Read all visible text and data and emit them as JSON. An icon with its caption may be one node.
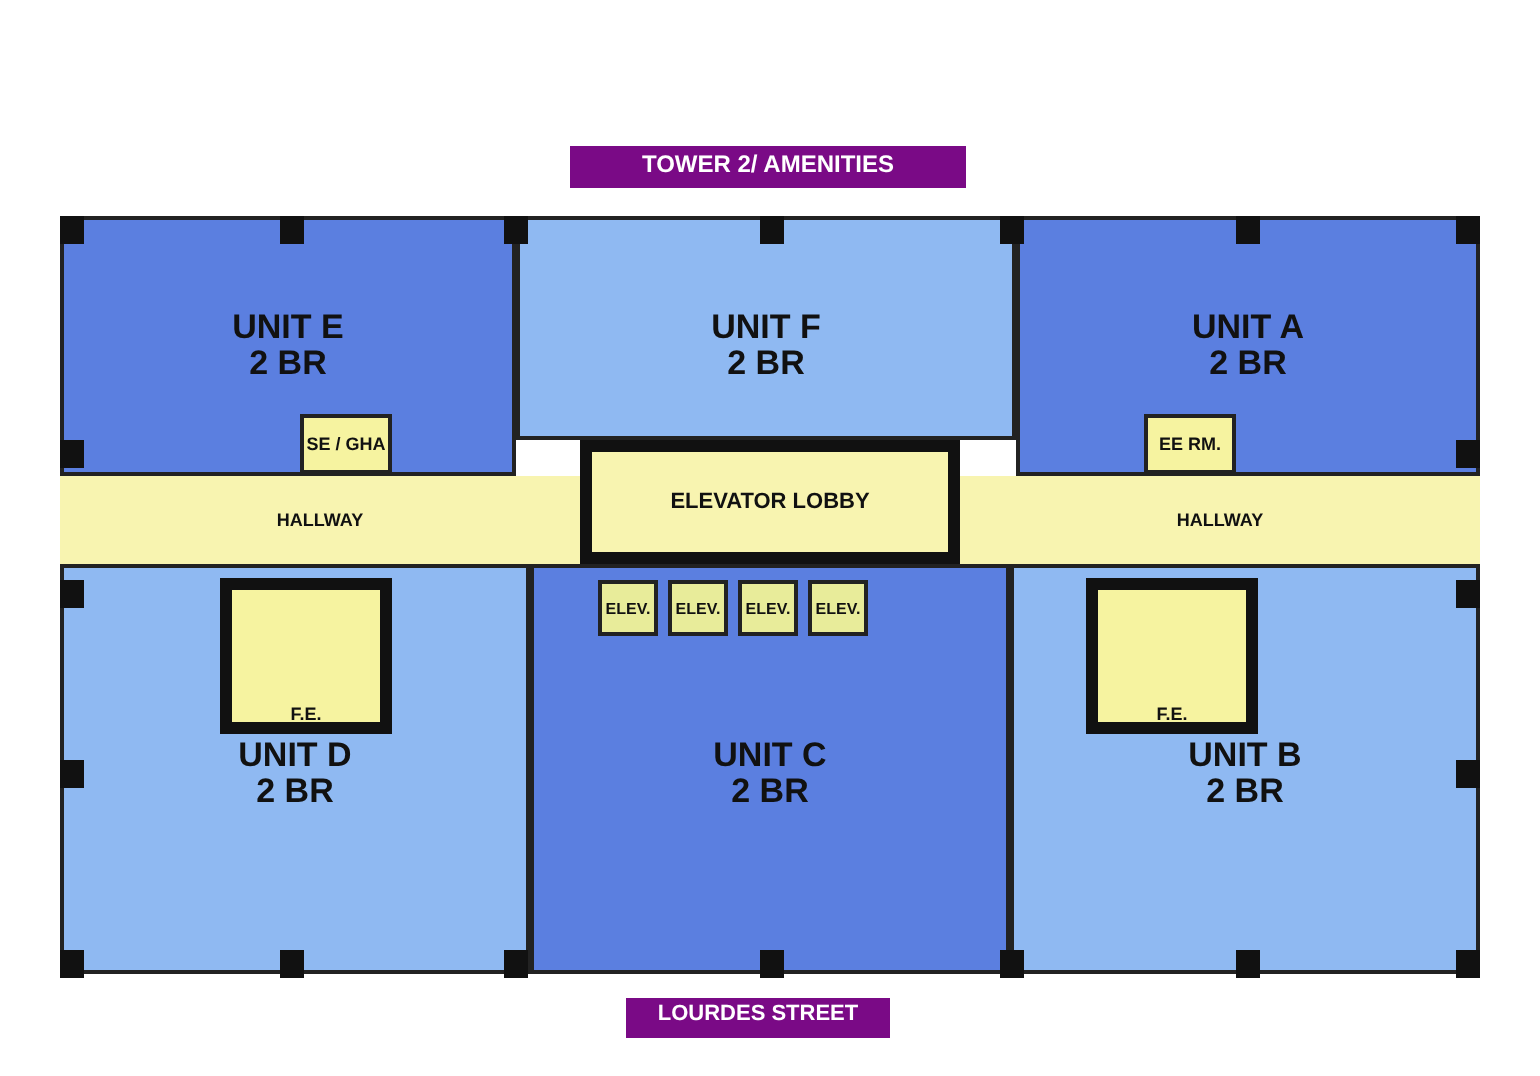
{
  "diagram": {
    "nodes": [
      {
        "text": [
          "TOWER 2/ AMENITIES"
        ]
      },
      {
        "text": [
          "UNIT E",
          "2 BR"
        ]
      },
      {
        "text": [
          "UNIT F",
          "2 BR"
        ]
      },
      {
        "text": [
          "UNIT A",
          "2 BR"
        ]
      },
      {
        "text": [
          "SE / GHA"
        ],
        "in": 1
      },
      {
        "text": [
          "EE RM."
        ],
        "in": 3
      },
      {
        "text": [
          "HALLWAY"
        ]
      },
      {
        "text": [
          "ELEVATOR LOBBY"
        ]
      },
      {
        "text": [
          "HALLWAY"
        ]
      },
      {
        "text": [
          "UNIT D",
          "2 BR"
        ]
      },
      {
        "text": [
          "F.E."
        ],
        "in": 9
      },
      {
        "text": [
          "UNIT C",
          "2 BR"
        ]
      },
      {
        "text": [
          "ELEV."
        ],
        "in": 11
      },
      {
        "text": [
          "ELEV."
        ],
        "in": 11
      },
      {
        "text": [
          "ELEV."
        ],
        "in": 11
      },
      {
        "text": [
          "ELEV."
        ],
        "in": 11
      },
      {
        "text": [
          "UNIT B",
          "2 BR"
        ]
      },
      {
        "text": [
          "F.E."
        ],
        "in": 16
      },
      {
        "text": [
          "LOURDES STREET"
        ]
      }
    ]
  }
}
